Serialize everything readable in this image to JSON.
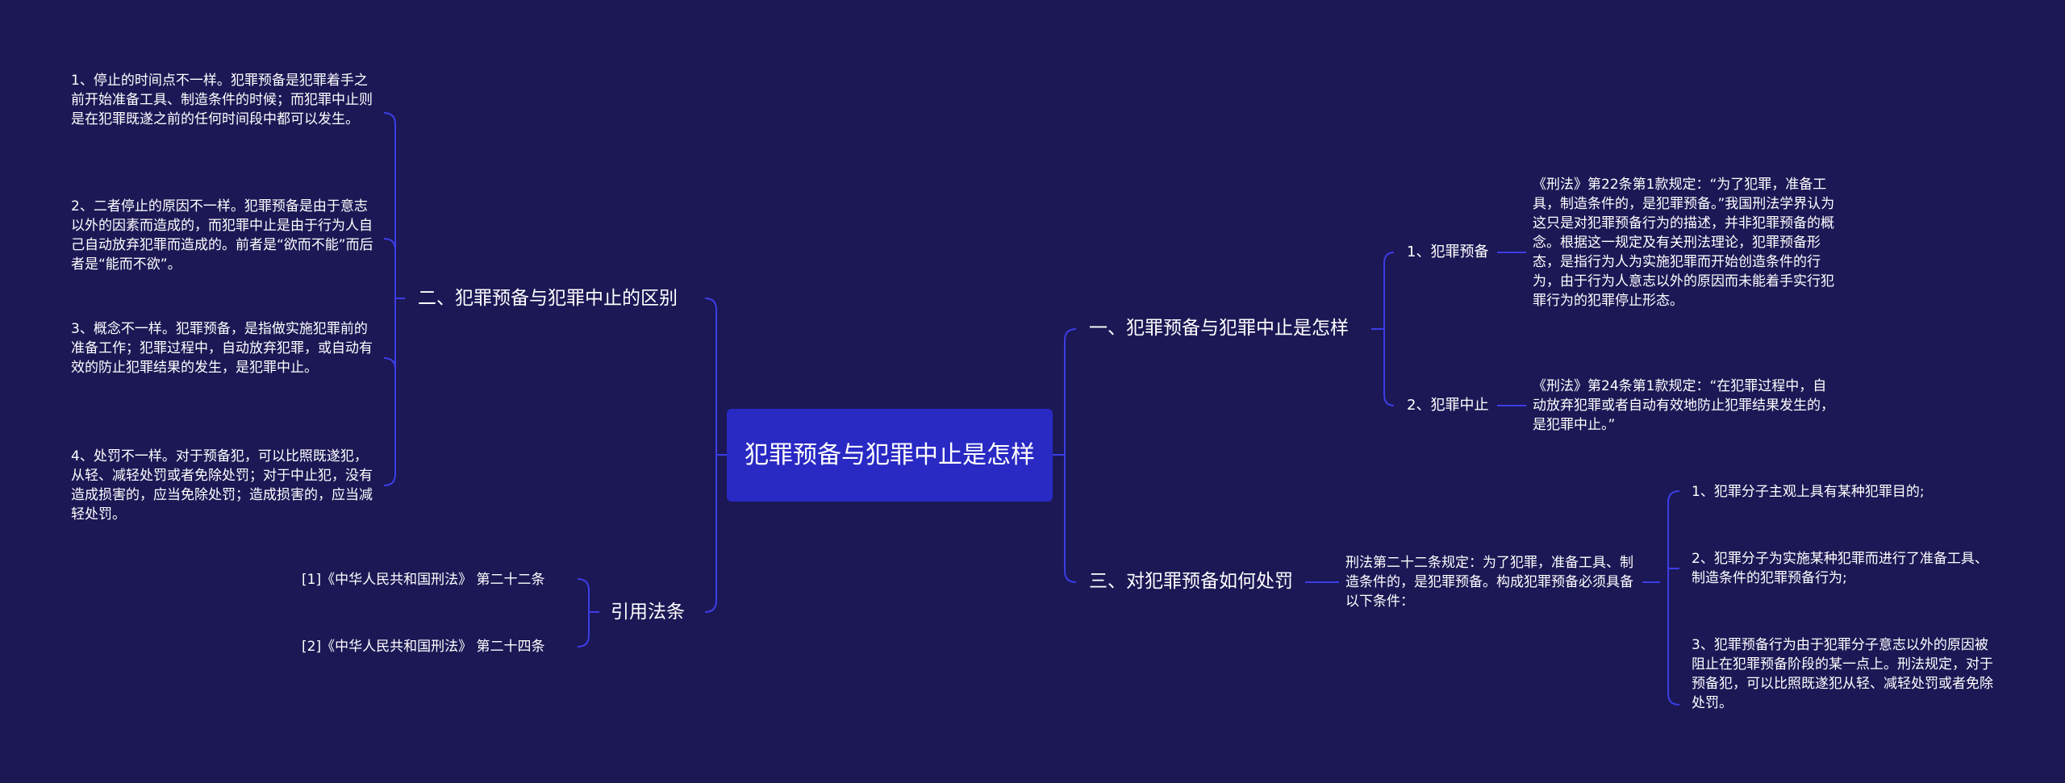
{
  "root": {
    "title": "犯罪预备与犯罪中止是怎样"
  },
  "left": {
    "branch_diff": {
      "label": "二、犯罪预备与犯罪中止的区别",
      "items": [
        "1、停止的时间点不一样。犯罪预备是犯罪着手之前开始准备工具、制造条件的时候；而犯罪中止则是在犯罪既遂之前的任何时间段中都可以发生。",
        "2、二者停止的原因不一样。犯罪预备是由于意志以外的因素而造成的，而犯罪中止是由于行为人自己自动放弃犯罪而造成的。前者是“欲而不能”而后者是“能而不欲”。",
        "3、概念不一样。犯罪预备，是指做实施犯罪前的准备工作；犯罪过程中，自动放弃犯罪，或自动有效的防止犯罪结果的发生，是犯罪中止。",
        "4、处罚不一样。对于预备犯，可以比照既遂犯，从轻、减轻处罚或者免除处罚；对于中止犯，没有造成损害的，应当免除处罚；造成损害的，应当减轻处罚。"
      ]
    },
    "branch_refs": {
      "label": "引用法条",
      "items": [
        "[1]《中华人民共和国刑法》 第二十二条",
        "[2]《中华人民共和国刑法》 第二十四条"
      ]
    }
  },
  "right": {
    "branch_what": {
      "label": "一、犯罪预备与犯罪中止是怎样",
      "subs": [
        {
          "label": "1、犯罪预备",
          "text": "《刑法》第22条第1款规定：“为了犯罪，准备工具，制造条件的，是犯罪预备。”我国刑法学界认为这只是对犯罪预备行为的描述，并非犯罪预备的概念。根据这一规定及有关刑法理论，犯罪预备形态，是指行为人为实施犯罪而开始创造条件的行为，由于行为人意志以外的原因而未能着手实行犯罪行为的犯罪停止形态。"
        },
        {
          "label": "2、犯罪中止",
          "text": "《刑法》第24条第1款规定：“在犯罪过程中，自动放弃犯罪或者自动有效地防止犯罪结果发生的，是犯罪中止。”"
        }
      ]
    },
    "branch_punish": {
      "label": "三、对犯罪预备如何处罚",
      "mid": "刑法第二十二条规定：为了犯罪，准备工具、制造条件的，是犯罪预备。构成犯罪预备必须具备以下条件：",
      "items": [
        "1、犯罪分子主观上具有某种犯罪目的;",
        "2、犯罪分子为实施某种犯罪而进行了准备工具、制造条件的犯罪预备行为;",
        "3、犯罪预备行为由于犯罪分子意志以外的原因被阻止在犯罪预备阶段的某一点上。刑法规定，对于预备犯，可以比照既遂犯从轻、减轻处罚或者免除处罚。"
      ]
    }
  },
  "colors": {
    "background": "#1b1855",
    "root_fill": "#2929c4",
    "connector": "#3d3de6",
    "text": "#ffffff"
  }
}
